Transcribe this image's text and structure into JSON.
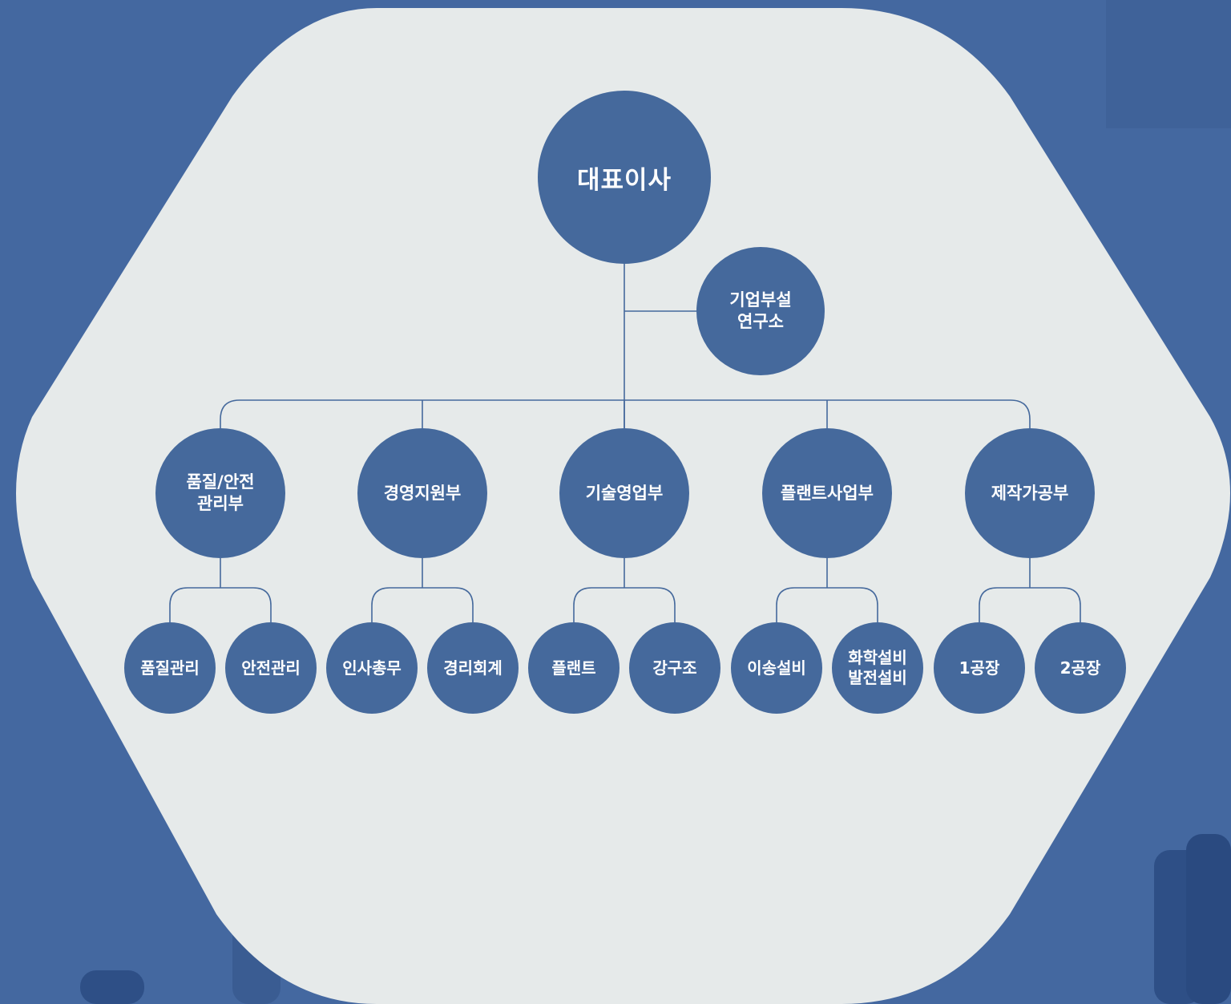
{
  "org": {
    "ceo": "대표이사",
    "lab": "기업부설\n연구소",
    "departments": [
      {
        "label": "품질/안전\n관리부",
        "teams": [
          "품질관리",
          "안전관리"
        ]
      },
      {
        "label": "경영지원부",
        "teams": [
          "인사총무",
          "경리회계"
        ]
      },
      {
        "label": "기술영업부",
        "teams": [
          "플랜트",
          "강구조"
        ]
      },
      {
        "label": "플랜트사업부",
        "teams": [
          "이송설비",
          "화학설비\n발전설비"
        ]
      },
      {
        "label": "제작가공부",
        "teams": [
          "1공장",
          "2공장"
        ]
      }
    ]
  },
  "colors": {
    "background": "#4468a0",
    "panel": "#e6eaea",
    "node": "#45699c",
    "line": "#45699c",
    "text": "#ffffff"
  }
}
